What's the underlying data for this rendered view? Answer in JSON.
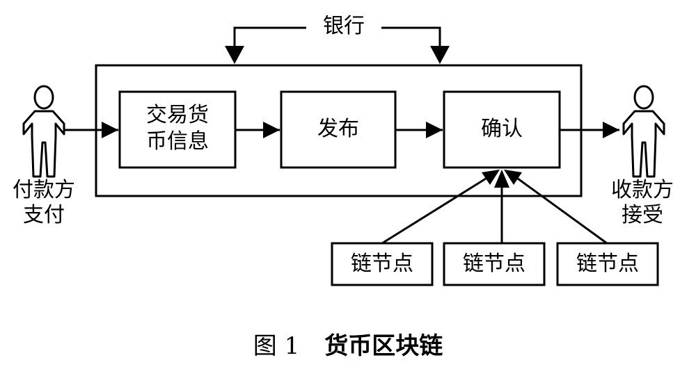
{
  "diagram": {
    "bank_label": "银行",
    "payer_label": [
      "付款方",
      "支付"
    ],
    "payee_label": [
      "收款方",
      "接受"
    ],
    "boxes": {
      "transaction": [
        "交易货",
        "币信息"
      ],
      "publish": "发布",
      "confirm": "确认"
    },
    "nodes": [
      "链节点",
      "链节点",
      "链节点"
    ]
  },
  "caption": {
    "number": "图 1",
    "title": "货币区块链"
  }
}
